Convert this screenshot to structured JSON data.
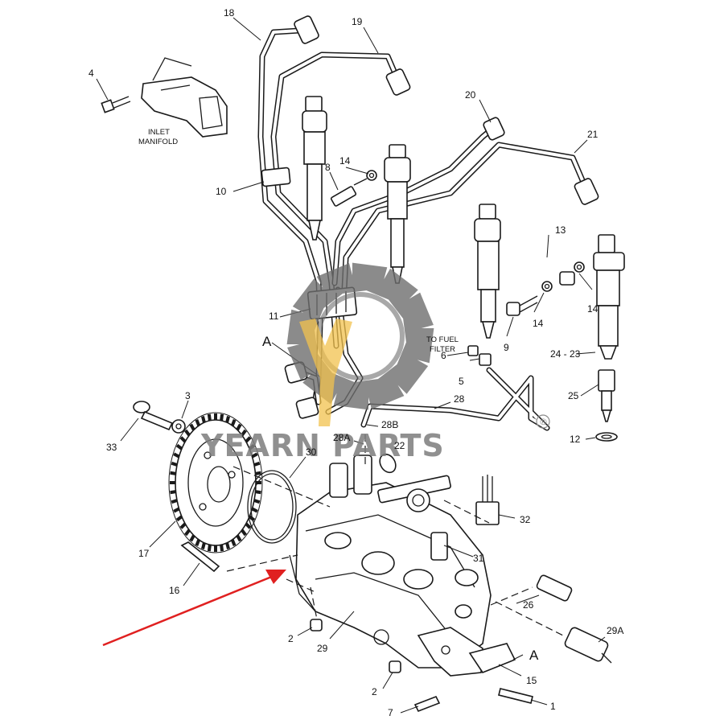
{
  "diagram": {
    "callouts": {
      "c1": "1",
      "c2a": "2",
      "c2b": "2",
      "c3": "3",
      "c4": "4",
      "c5": "5",
      "c6": "6",
      "c7": "7",
      "c8": "8",
      "c9": "9",
      "c10": "10",
      "c11": "11",
      "c12": "12",
      "c13": "13",
      "c14a": "14",
      "c14b": "14",
      "c14c": "14",
      "c15": "15",
      "c16": "16",
      "c17": "17",
      "c18": "18",
      "c19": "19",
      "c20": "20",
      "c21": "21",
      "c22": "22",
      "c2423": "24 - 23",
      "c25": "25",
      "c26": "26",
      "c28": "28",
      "c28a": "28A",
      "c28b": "28B",
      "c29": "29",
      "c29a": "29A",
      "c30": "30",
      "c31": "31",
      "c32": "32",
      "c33": "33",
      "cA1": "A",
      "cA2": "A"
    },
    "notes": {
      "inlet_line1": "INLET",
      "inlet_line2": "MANIFOLD",
      "fuel_line1": "TO FUEL",
      "fuel_line2": "FILTER"
    }
  },
  "watermark": {
    "brand": "YEARN PARTS",
    "registered": "®",
    "gear_color": "#6e6e6e",
    "accent_color": "#f2c14e"
  },
  "pointer_arrow": {
    "color": "#e02020"
  }
}
